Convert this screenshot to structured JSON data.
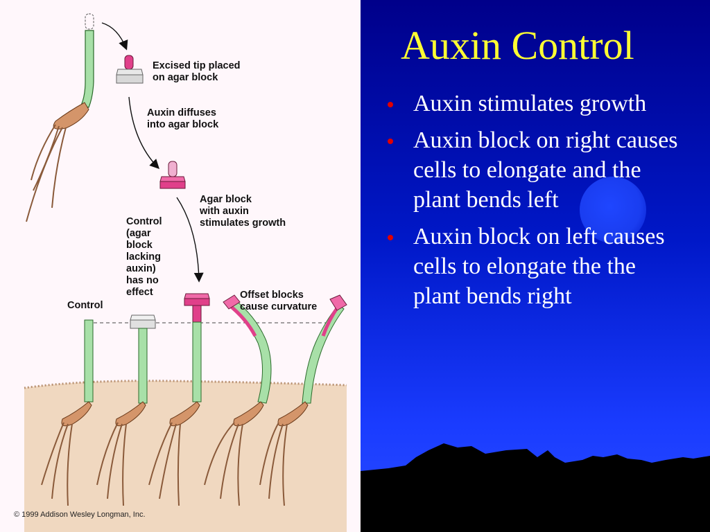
{
  "slide": {
    "title": "Auxin Control",
    "bullets": [
      "Auxin stimulates growth",
      "Auxin block on right causes cells to elongate and the plant bends left",
      "Auxin block on left causes cells to elongate the the plant bends right"
    ]
  },
  "figure": {
    "labels": {
      "excised_tip": "Excised tip placed\non agar block",
      "diffuses": "Auxin diffuses\ninto agar block",
      "agar_auxin": "Agar block\nwith auxin\nstimulates growth",
      "control_note": "Control\n(agar\nblock\nlacking\nauxin)\nhas no\neffect",
      "control": "Control",
      "offset": "Offset blocks\ncause curvature"
    },
    "copyright": "© 1999 Addison Wesley Longman, Inc."
  },
  "colors": {
    "title": "#ffff33",
    "bullet_dot": "#e00000",
    "stem": "#a8e0a8",
    "auxin_pink": "#e0408a",
    "seed": "#d4956a",
    "soil": "#f0d8c0"
  }
}
